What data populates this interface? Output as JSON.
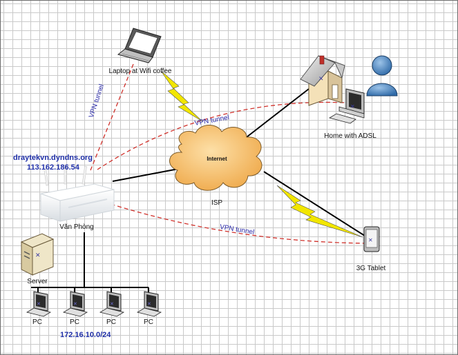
{
  "nodes": {
    "laptop": "Laptop at Wifi coffee",
    "home": "Home with ADSL",
    "internet": "Internet",
    "isp": "ISP",
    "router": "Văn Phòng",
    "server": "Server",
    "tablet": "3G Tablet",
    "pcs": [
      "PC",
      "PC",
      "PC",
      "PC"
    ]
  },
  "router_info": {
    "hostname": "draytekvn.dyndns.org",
    "ip": "113.162.186.54"
  },
  "lan_subnet": "172.16.10.0/24",
  "tunnels": [
    "VPN tunnel",
    "VPN tunnel",
    "VPN tunnel"
  ],
  "colors": {
    "tunnel": "#d0302a",
    "lightning": "#f2e600",
    "label_blue": "#1f2fa8",
    "cloud": "#f4be6a"
  }
}
